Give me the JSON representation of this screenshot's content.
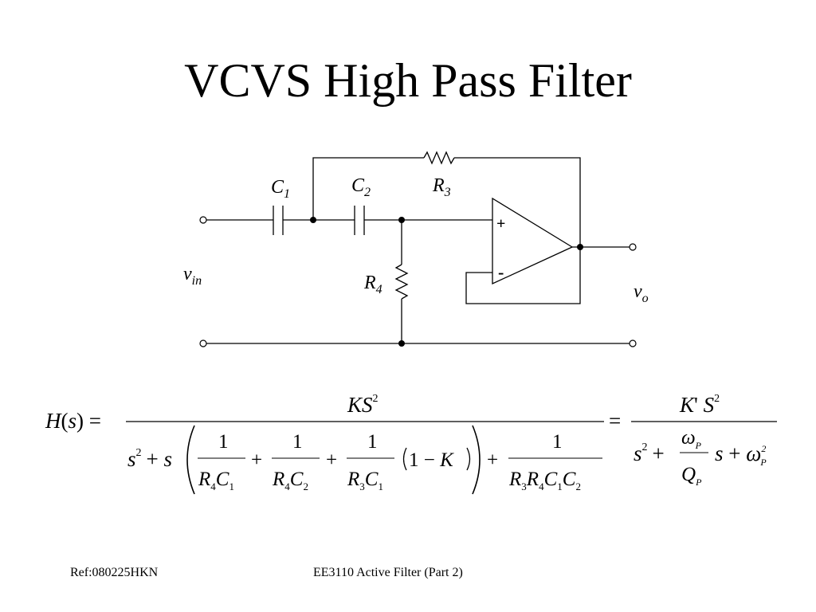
{
  "slide": {
    "title": "VCVS High Pass Filter",
    "footer_ref": "Ref:080225HKN",
    "footer_course": "EE3110 Active Filter (Part 2)"
  },
  "circuit": {
    "labels": {
      "c1": {
        "main": "C",
        "sub": "1"
      },
      "c2": {
        "main": "C",
        "sub": "2"
      },
      "r3": {
        "main": "R",
        "sub": "3"
      },
      "r4": {
        "main": "R",
        "sub": "4"
      },
      "vin": {
        "main": "v",
        "sub": "in"
      },
      "vo": {
        "main": "v",
        "sub": "o"
      }
    },
    "opamp": {
      "plus": "+",
      "minus": "-"
    }
  },
  "equation": {
    "lhs": "H(s) =",
    "num1": "KS",
    "num1_sup": "2",
    "den1_s2": "s",
    "den1_s2_sup": "2",
    "den1_plus_s": "+ s",
    "frac_one": "1",
    "frac_a": {
      "r": "R",
      "rs": "4",
      "c": "C",
      "cs": "1"
    },
    "frac_b": {
      "r": "R",
      "rs": "4",
      "c": "C",
      "cs": "2"
    },
    "frac_c": {
      "r": "R",
      "rs": "3",
      "c": "C",
      "cs": "1"
    },
    "one_minus_k": "1 − K",
    "frac_d": {
      "r1": "R",
      "r1s": "3",
      "r2": "R",
      "r2s": "4",
      "c1": "C",
      "c1s": "1",
      "c2": "C",
      "c2s": "2"
    },
    "plus": "+",
    "equals": "=",
    "num2": "K' S",
    "num2_sup": "2",
    "den2_s": "s",
    "den2_s_sup": "2",
    "omega": "ω",
    "sub_p": "P",
    "q": "Q",
    "den2_mid": "s +",
    "omega_sup": "2"
  }
}
